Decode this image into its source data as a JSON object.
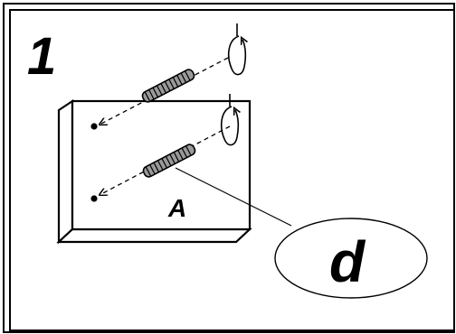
{
  "step_number": "1",
  "panel_label": "A",
  "callout_label": "d",
  "colors": {
    "ink": "#000000",
    "paper": "#ffffff",
    "spring_fill": "#9a9a9a"
  },
  "icons": [
    "rotate-clockwise-icon",
    "spring-icon",
    "screw-hole-icon",
    "dashed-arrow-icon"
  ]
}
